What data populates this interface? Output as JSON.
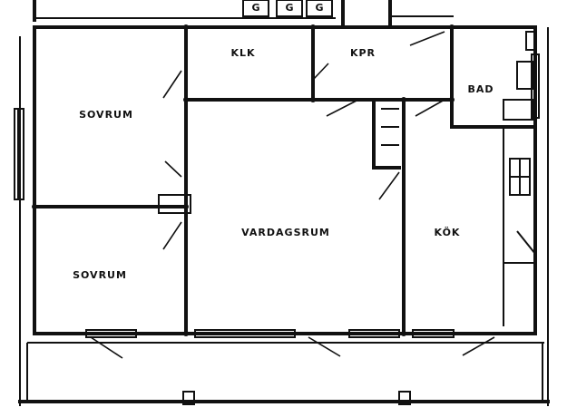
{
  "rooms": {
    "bedroom_1": "SOVRUM",
    "bedroom_2": "SOVRUM",
    "closet": "KLK",
    "hall": "KPR",
    "bathroom": "BAD",
    "living_room": "VARDAGSRUM",
    "kitchen": "KÖK"
  },
  "garage_doors": [
    "G",
    "G",
    "G"
  ]
}
